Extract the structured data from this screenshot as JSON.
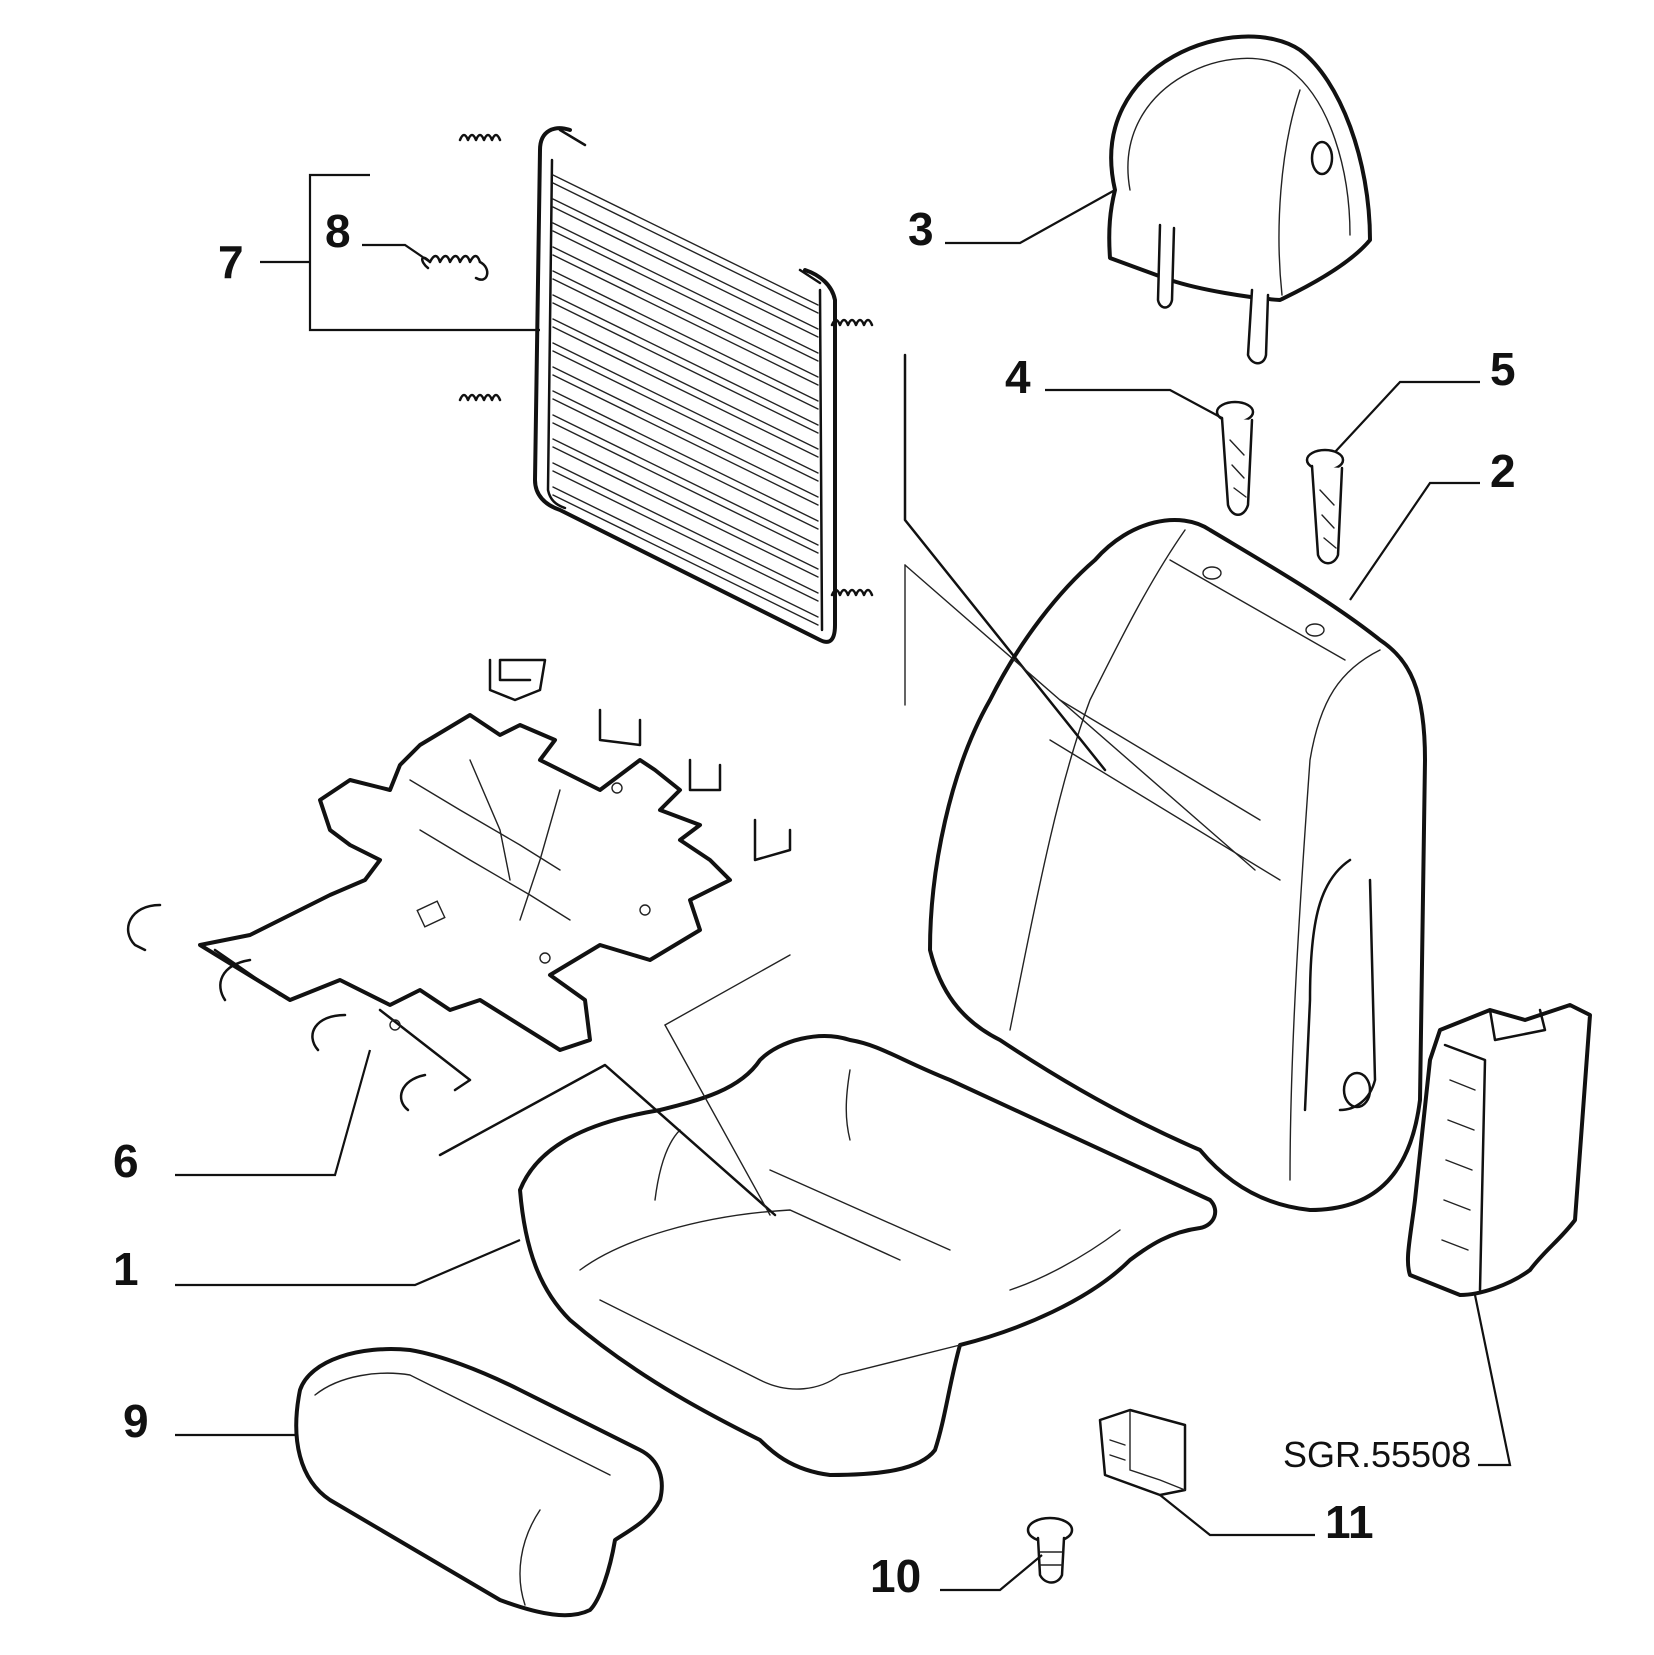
{
  "callouts": {
    "c1": "1",
    "c2": "2",
    "c3": "3",
    "c4": "4",
    "c5": "5",
    "c6": "6",
    "c7": "7",
    "c8": "8",
    "c9": "9",
    "c10": "10",
    "c11": "11"
  },
  "drawing_code": "SGR.55508"
}
